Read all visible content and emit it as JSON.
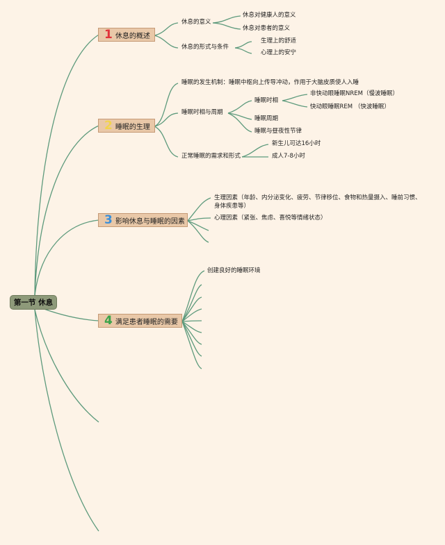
{
  "root": {
    "label": "第一节 休息"
  },
  "topics": [
    {
      "num": "1",
      "label": "休息的概述",
      "children": [
        {
          "label": "休息的意义",
          "children": [
            "休息对健康人的意义",
            "休息对患者的意义"
          ]
        },
        {
          "label": "休息的形式与条件",
          "children": [
            "生理上的舒适",
            "心理上的安宁"
          ]
        }
      ]
    },
    {
      "num": "2",
      "label": "睡眠的生理",
      "children": [
        {
          "label": "睡眠的发生机制：睡眠中枢向上传导冲动，作用于大脑皮质使人入睡"
        },
        {
          "label": "睡眠时相与周期",
          "children": [
            {
              "label": "睡眠时相",
              "children": [
                "非快动眼睡眠NREM（慢波睡眠）",
                "快动眼睡眠REM （快波睡眠）"
              ]
            },
            {
              "label": "睡眠周期"
            },
            {
              "label": "睡眠与昼夜性节律"
            }
          ]
        },
        {
          "label": "正常睡眠的需求和形式",
          "children": [
            "新生儿可达16小时",
            "成人7-8小时"
          ]
        }
      ]
    },
    {
      "num": "3",
      "label": "影响休息与睡眠的因素",
      "children": [
        "生理因素（年龄、内分泌变化、疲劳、节律移位、食物和热量摄入、睡前习惯、身体疾患等）",
        "心理因素（紧张、焦虑、喜悦等情绪状态）"
      ]
    },
    {
      "num": "4",
      "label": "满足患者睡眠的需要",
      "children": [
        "创建良好的睡眠环境"
      ]
    }
  ]
}
